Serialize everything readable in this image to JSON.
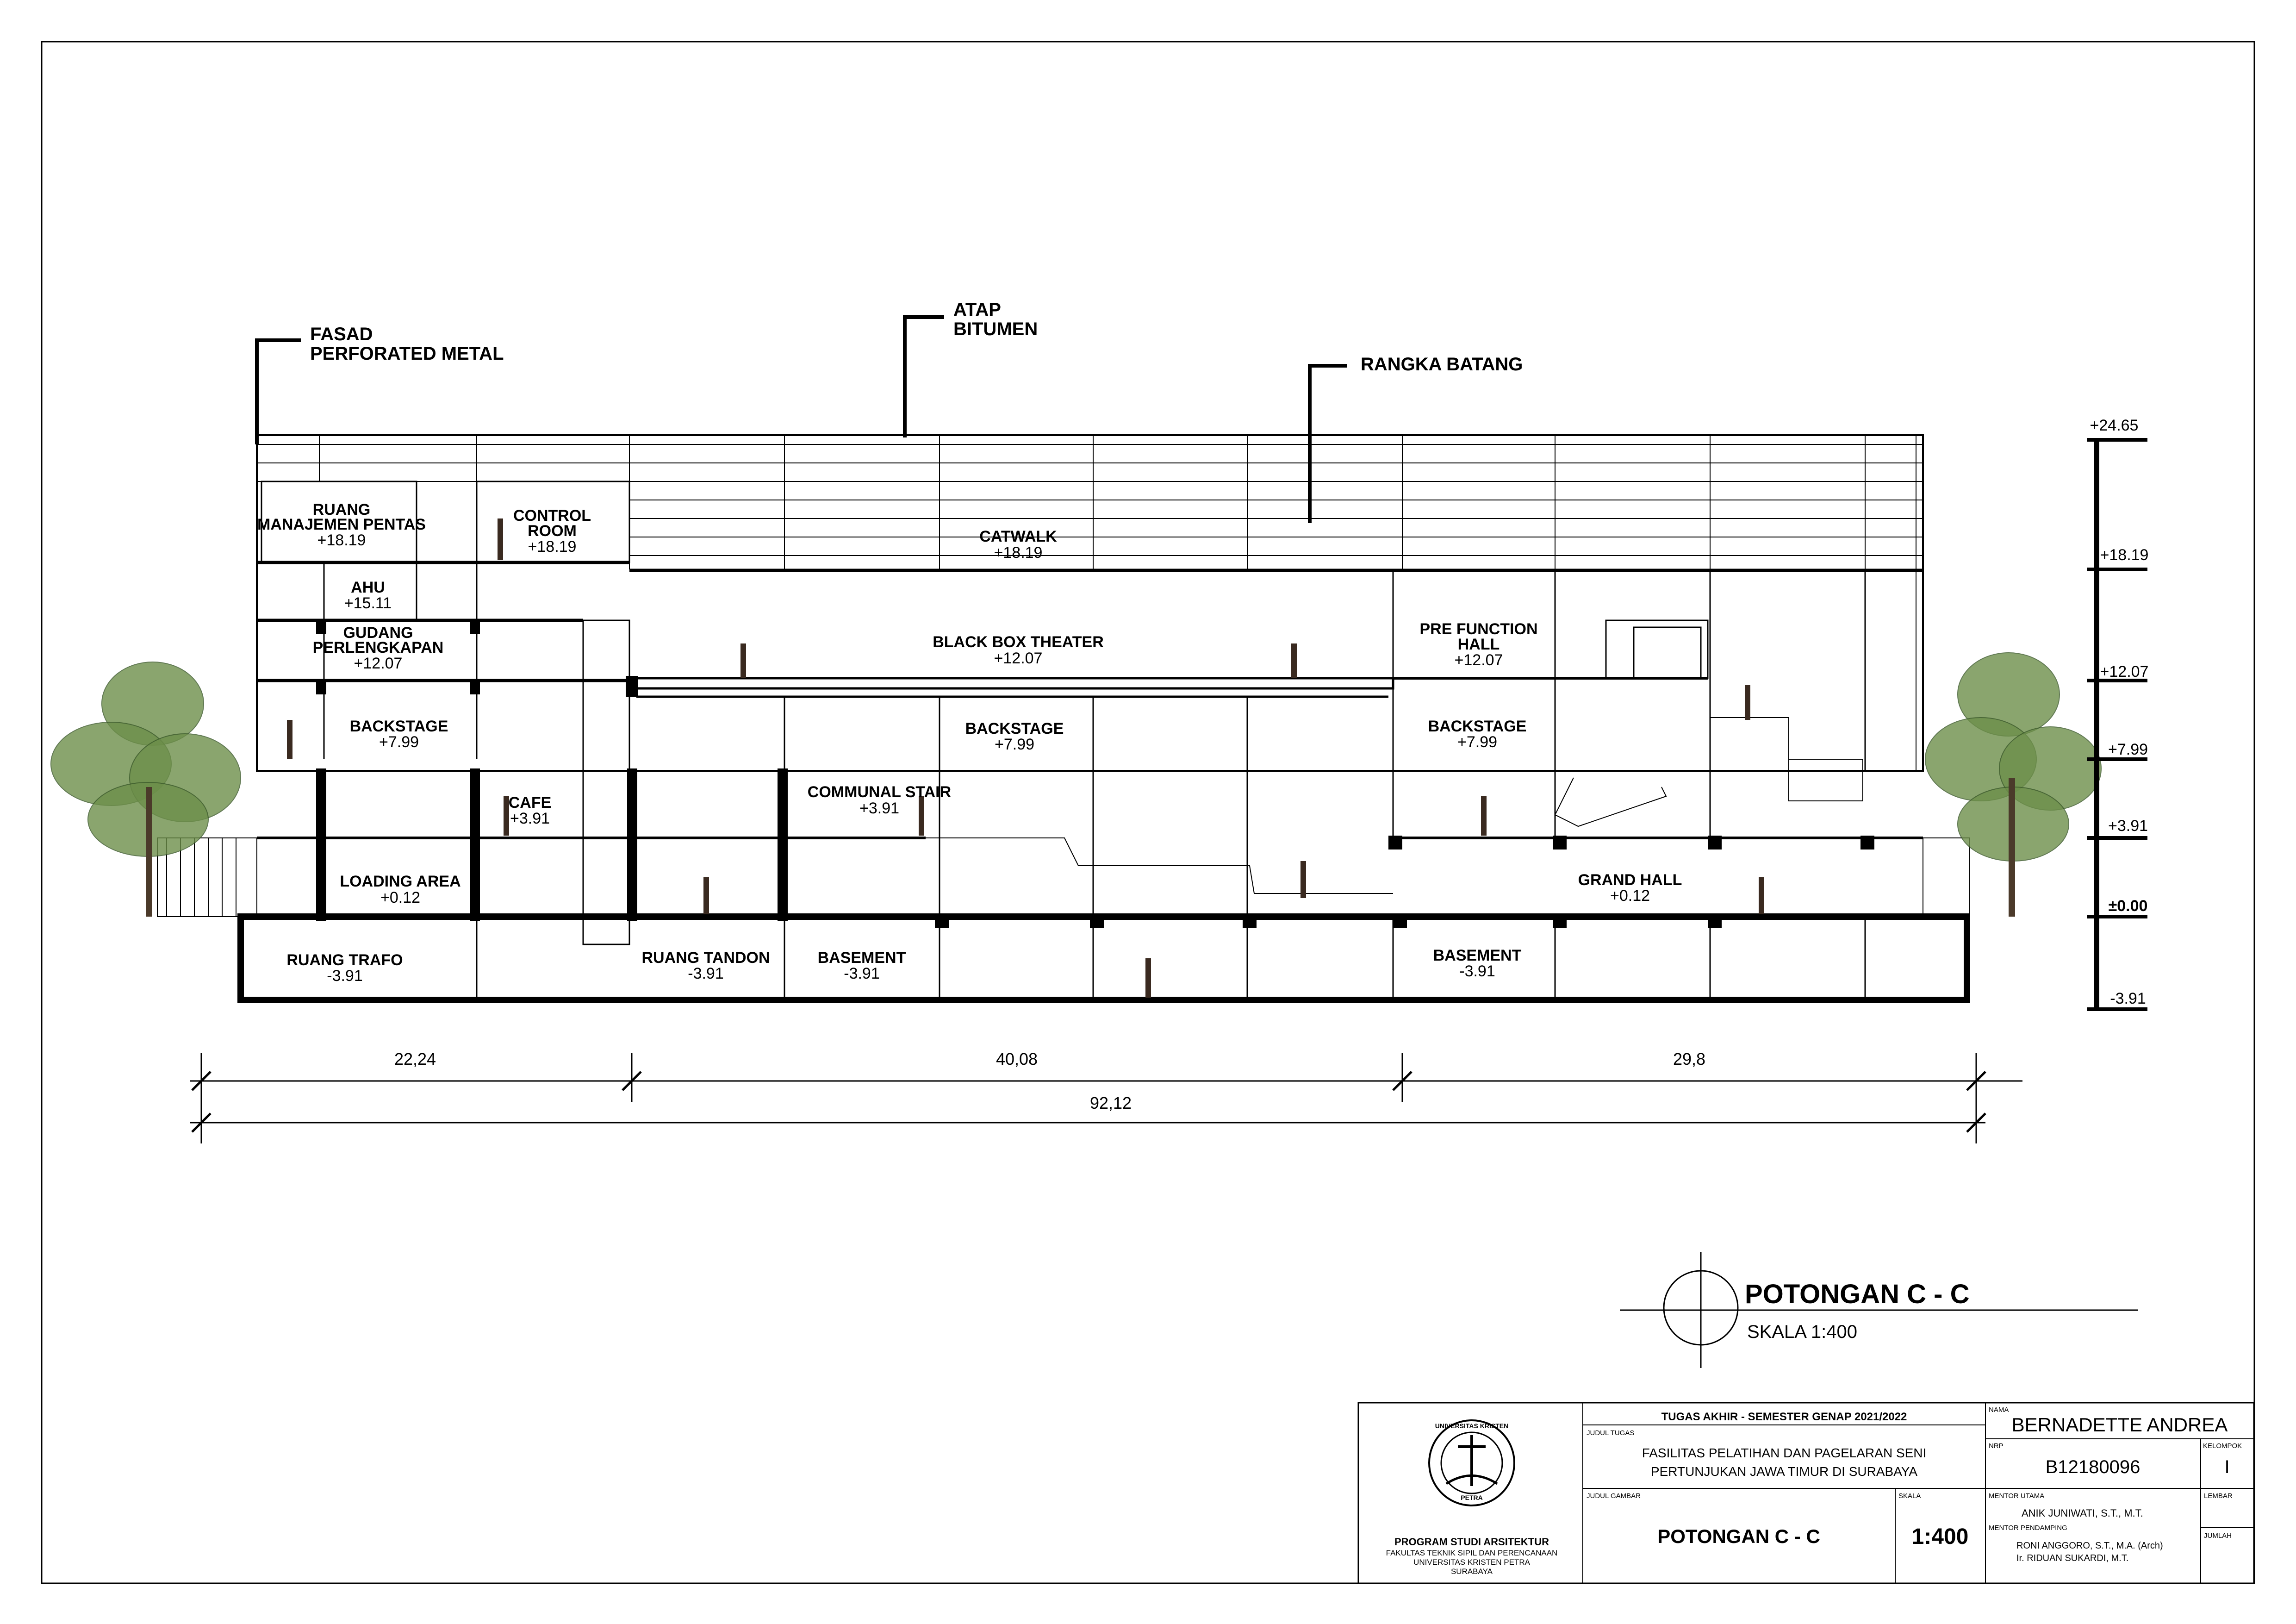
{
  "callouts": {
    "fasad": [
      "FASAD",
      "PERFORATED METAL"
    ],
    "atap": [
      "ATAP",
      "BITUMEN"
    ],
    "rangka": "RANGKA BATANG"
  },
  "rooms": [
    {
      "name": [
        "RUANG",
        "MANAJEMEN PENTAS"
      ],
      "level": "+18.19"
    },
    {
      "name": [
        "CONTROL",
        "ROOM"
      ],
      "level": "+18.19"
    },
    {
      "name": [
        "CATWALK"
      ],
      "level": "+18.19"
    },
    {
      "name": [
        "AHU"
      ],
      "level": "+15.11"
    },
    {
      "name": [
        "GUDANG",
        "PERLENGKAPAN"
      ],
      "level": "+12.07"
    },
    {
      "name": [
        "BLACK BOX THEATER"
      ],
      "level": "+12.07"
    },
    {
      "name": [
        "PRE FUNCTION",
        "HALL"
      ],
      "level": "+12.07"
    },
    {
      "name": [
        "BACKSTAGE"
      ],
      "level": "+7.99"
    },
    {
      "name": [
        "BACKSTAGE"
      ],
      "level": "+7.99"
    },
    {
      "name": [
        "BACKSTAGE"
      ],
      "level": "+7.99"
    },
    {
      "name": [
        "CAFE"
      ],
      "level": "+3.91"
    },
    {
      "name": [
        "COMMUNAL STAIR"
      ],
      "level": "+3.91"
    },
    {
      "name": [
        "LOADING AREA"
      ],
      "level": "+0.12"
    },
    {
      "name": [
        "GRAND HALL"
      ],
      "level": "+0.12"
    },
    {
      "name": [
        "RUANG TRAFO"
      ],
      "level": "-3.91"
    },
    {
      "name": [
        "RUANG TANDON"
      ],
      "level": "-3.91"
    },
    {
      "name": [
        "BASEMENT"
      ],
      "level": "-3.91"
    },
    {
      "name": [
        "BASEMENT"
      ],
      "level": "-3.91"
    }
  ],
  "elevations": [
    "+24.65",
    "+18.19",
    "+12.07",
    "+7.99",
    "+3.91",
    "±0.00",
    "-3.91"
  ],
  "dimensions": {
    "segments": [
      "22,24",
      "40,08",
      "29,8"
    ],
    "total": "92,12"
  },
  "drawing_title": {
    "title": "POTONGAN C - C",
    "scale": "SKALA 1:400"
  },
  "title_block": {
    "logo_text": [
      "UNIVERSITAS KRISTEN",
      "PETRA"
    ],
    "program": "PROGRAM STUDI ARSITEKTUR",
    "faculty": [
      "FAKULTAS TEKNIK SIPIL DAN PERENCANAAN",
      "UNIVERSITAS KRISTEN PETRA",
      "SURABAYA"
    ],
    "header": "TUGAS AKHIR - SEMESTER GENAP 2021/2022",
    "judul_tugas_label": "JUDUL TUGAS",
    "judul_tugas": [
      "FASILITAS PELATIHAN DAN PAGELARAN SENI",
      "PERTUNJUKAN JAWA TIMUR DI SURABAYA"
    ],
    "judul_gambar_label": "JUDUL GAMBAR",
    "judul_gambar": "POTONGAN C - C",
    "skala_label": "SKALA",
    "skala": "1:400",
    "nama_label": "NAMA",
    "nama": "BERNADETTE ANDREA",
    "nrp_label": "NRP",
    "nrp": "B12180096",
    "kelompok_label": "KELOMPOK",
    "kelompok": "I",
    "mentor_utama_label": "MENTOR UTAMA",
    "mentor_utama": "ANIK JUNIWATI, S.T., M.T.",
    "mentor_pendamping_label": "MENTOR PENDAMPING",
    "mentor_pendamping": [
      "RONI ANGGORO, S.T., M.A. (Arch)",
      "Ir. RIDUAN SUKARDI, M.T."
    ],
    "lembar_label": "LEMBAR",
    "jumlah_label": "JUMLAH"
  }
}
